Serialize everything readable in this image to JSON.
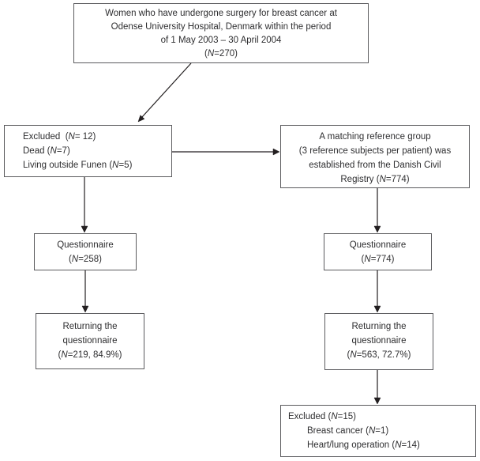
{
  "colors": {
    "background": "#ffffff",
    "box_border": "#5b5b5e",
    "arrow": "#231f20",
    "text": "#2e2e30"
  },
  "diagram": {
    "type": "flowchart",
    "boxes": {
      "surgery_population": {
        "align": "center",
        "lines": [
          {
            "segs": [
              {
                "t": "Women who have undergone surgery for breast cancer at"
              }
            ]
          },
          {
            "segs": [
              {
                "t": "Odense University Hospital, Denmark within the period"
              }
            ]
          },
          {
            "segs": [
              {
                "t": "of 1 May 2003 – 30 April 2004"
              }
            ]
          },
          {
            "segs": [
              {
                "t": "("
              },
              {
                "t": "N",
                "i": true
              },
              {
                "t": "=270)"
              }
            ]
          }
        ]
      },
      "excluded_left": {
        "align": "left",
        "lines": [
          {
            "segs": [
              {
                "t": "Excluded  ("
              },
              {
                "t": "N",
                "i": true
              },
              {
                "t": "= 12)"
              }
            ]
          },
          {
            "segs": [
              {
                "t": "Dead ("
              },
              {
                "t": "N",
                "i": true
              },
              {
                "t": "=7)"
              }
            ]
          },
          {
            "segs": [
              {
                "t": "Living outside Funen ("
              },
              {
                "t": "N",
                "i": true
              },
              {
                "t": "=5)"
              }
            ]
          }
        ]
      },
      "reference_group": {
        "align": "center",
        "lines": [
          {
            "segs": [
              {
                "t": "A matching reference group"
              }
            ]
          },
          {
            "segs": [
              {
                "t": "(3 reference subjects per patient) was"
              }
            ]
          },
          {
            "segs": [
              {
                "t": "established from the Danish Civil"
              }
            ]
          },
          {
            "segs": [
              {
                "t": "Registry ("
              },
              {
                "t": "N",
                "i": true
              },
              {
                "t": "=774)"
              }
            ]
          }
        ]
      },
      "questionnaire_left": {
        "align": "center",
        "lines": [
          {
            "segs": [
              {
                "t": "Questionnaire"
              }
            ]
          },
          {
            "segs": [
              {
                "t": "("
              },
              {
                "t": "N",
                "i": true
              },
              {
                "t": "=258)"
              }
            ]
          }
        ]
      },
      "questionnaire_right": {
        "align": "center",
        "lines": [
          {
            "segs": [
              {
                "t": "Questionnaire"
              }
            ]
          },
          {
            "segs": [
              {
                "t": "("
              },
              {
                "t": "N",
                "i": true
              },
              {
                "t": "=774)"
              }
            ]
          }
        ]
      },
      "returning_left": {
        "align": "center",
        "lines": [
          {
            "segs": [
              {
                "t": "Returning the"
              }
            ]
          },
          {
            "segs": [
              {
                "t": "questionnaire"
              }
            ]
          },
          {
            "segs": [
              {
                "t": "("
              },
              {
                "t": "N",
                "i": true
              },
              {
                "t": "=219, 84.9%)"
              }
            ]
          }
        ]
      },
      "returning_right": {
        "align": "center",
        "lines": [
          {
            "segs": [
              {
                "t": "Returning the"
              }
            ]
          },
          {
            "segs": [
              {
                "t": "questionnaire"
              }
            ]
          },
          {
            "segs": [
              {
                "t": "("
              },
              {
                "t": "N",
                "i": true
              },
              {
                "t": "=563, 72.7%)"
              }
            ]
          }
        ]
      },
      "excluded_bottom": {
        "align": "left",
        "lines": [
          {
            "segs": [
              {
                "t": "Excluded ("
              },
              {
                "t": "N",
                "i": true
              },
              {
                "t": "=15)"
              }
            ]
          },
          {
            "indent": true,
            "segs": [
              {
                "t": "Breast cancer ("
              },
              {
                "t": "N",
                "i": true
              },
              {
                "t": "=1)"
              }
            ]
          },
          {
            "indent": true,
            "segs": [
              {
                "t": "Heart/lung operation ("
              },
              {
                "t": "N",
                "i": true
              },
              {
                "t": "=14)"
              }
            ]
          }
        ]
      }
    },
    "arrows": [
      {
        "from": "surgery_population",
        "to": "excluded_left"
      },
      {
        "from": "excluded_left",
        "to": "reference_group"
      },
      {
        "from": "excluded_left",
        "to": "questionnaire_left"
      },
      {
        "from": "reference_group",
        "to": "questionnaire_right"
      },
      {
        "from": "questionnaire_left",
        "to": "returning_left"
      },
      {
        "from": "questionnaire_right",
        "to": "returning_right"
      },
      {
        "from": "returning_right",
        "to": "excluded_bottom"
      }
    ]
  }
}
